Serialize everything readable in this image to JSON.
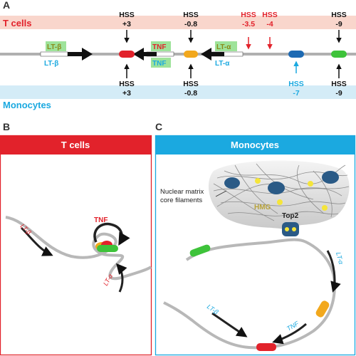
{
  "colors": {
    "red": "#e2222b",
    "blue": "#1ba9e0",
    "pink_band": "#f9d6cc",
    "blue_band": "#d4ecf7",
    "gene_box": "#9ee39a",
    "olive_text": "#8a8a1a"
  },
  "panel_a": {
    "letter": "A",
    "top_row": "T cells",
    "bottom_row": "Monocytes",
    "top_hss": [
      {
        "label": "HSS",
        "value": "+3"
      },
      {
        "label": "HSS",
        "value": "-0.8"
      },
      {
        "label": "HSS",
        "value": "-3.5"
      },
      {
        "label": "HSS",
        "value": "-4"
      },
      {
        "label": "HSS",
        "value": "-9"
      }
    ],
    "bottom_hss": [
      {
        "label": "HSS",
        "value": "+3"
      },
      {
        "label": "HSS",
        "value": "-0.8"
      },
      {
        "label": "HSS",
        "value": "-7"
      },
      {
        "label": "HSS",
        "value": "-9"
      }
    ],
    "genes": {
      "ltb_top": "LT-β",
      "ltb_bottom": "LT-β",
      "tnf_top": "TNF",
      "tnf_bottom": "TNF",
      "lta_top": "LT-α",
      "lta_bottom": "LT-α"
    }
  },
  "panel_b": {
    "letter": "B",
    "title": "T cells",
    "lt_beta": "LT-β",
    "tnf": "TNF",
    "lt_alpha": "LT-α"
  },
  "panel_c": {
    "letter": "C",
    "title": "Monocytes",
    "matrix_label_1": "Nuclear matrix",
    "matrix_label_2": "core filaments",
    "hmg": "HMG",
    "top2": "Top2",
    "lt_alpha": "LT-α",
    "tnf": "TNF",
    "lt_beta": "LT-β"
  }
}
